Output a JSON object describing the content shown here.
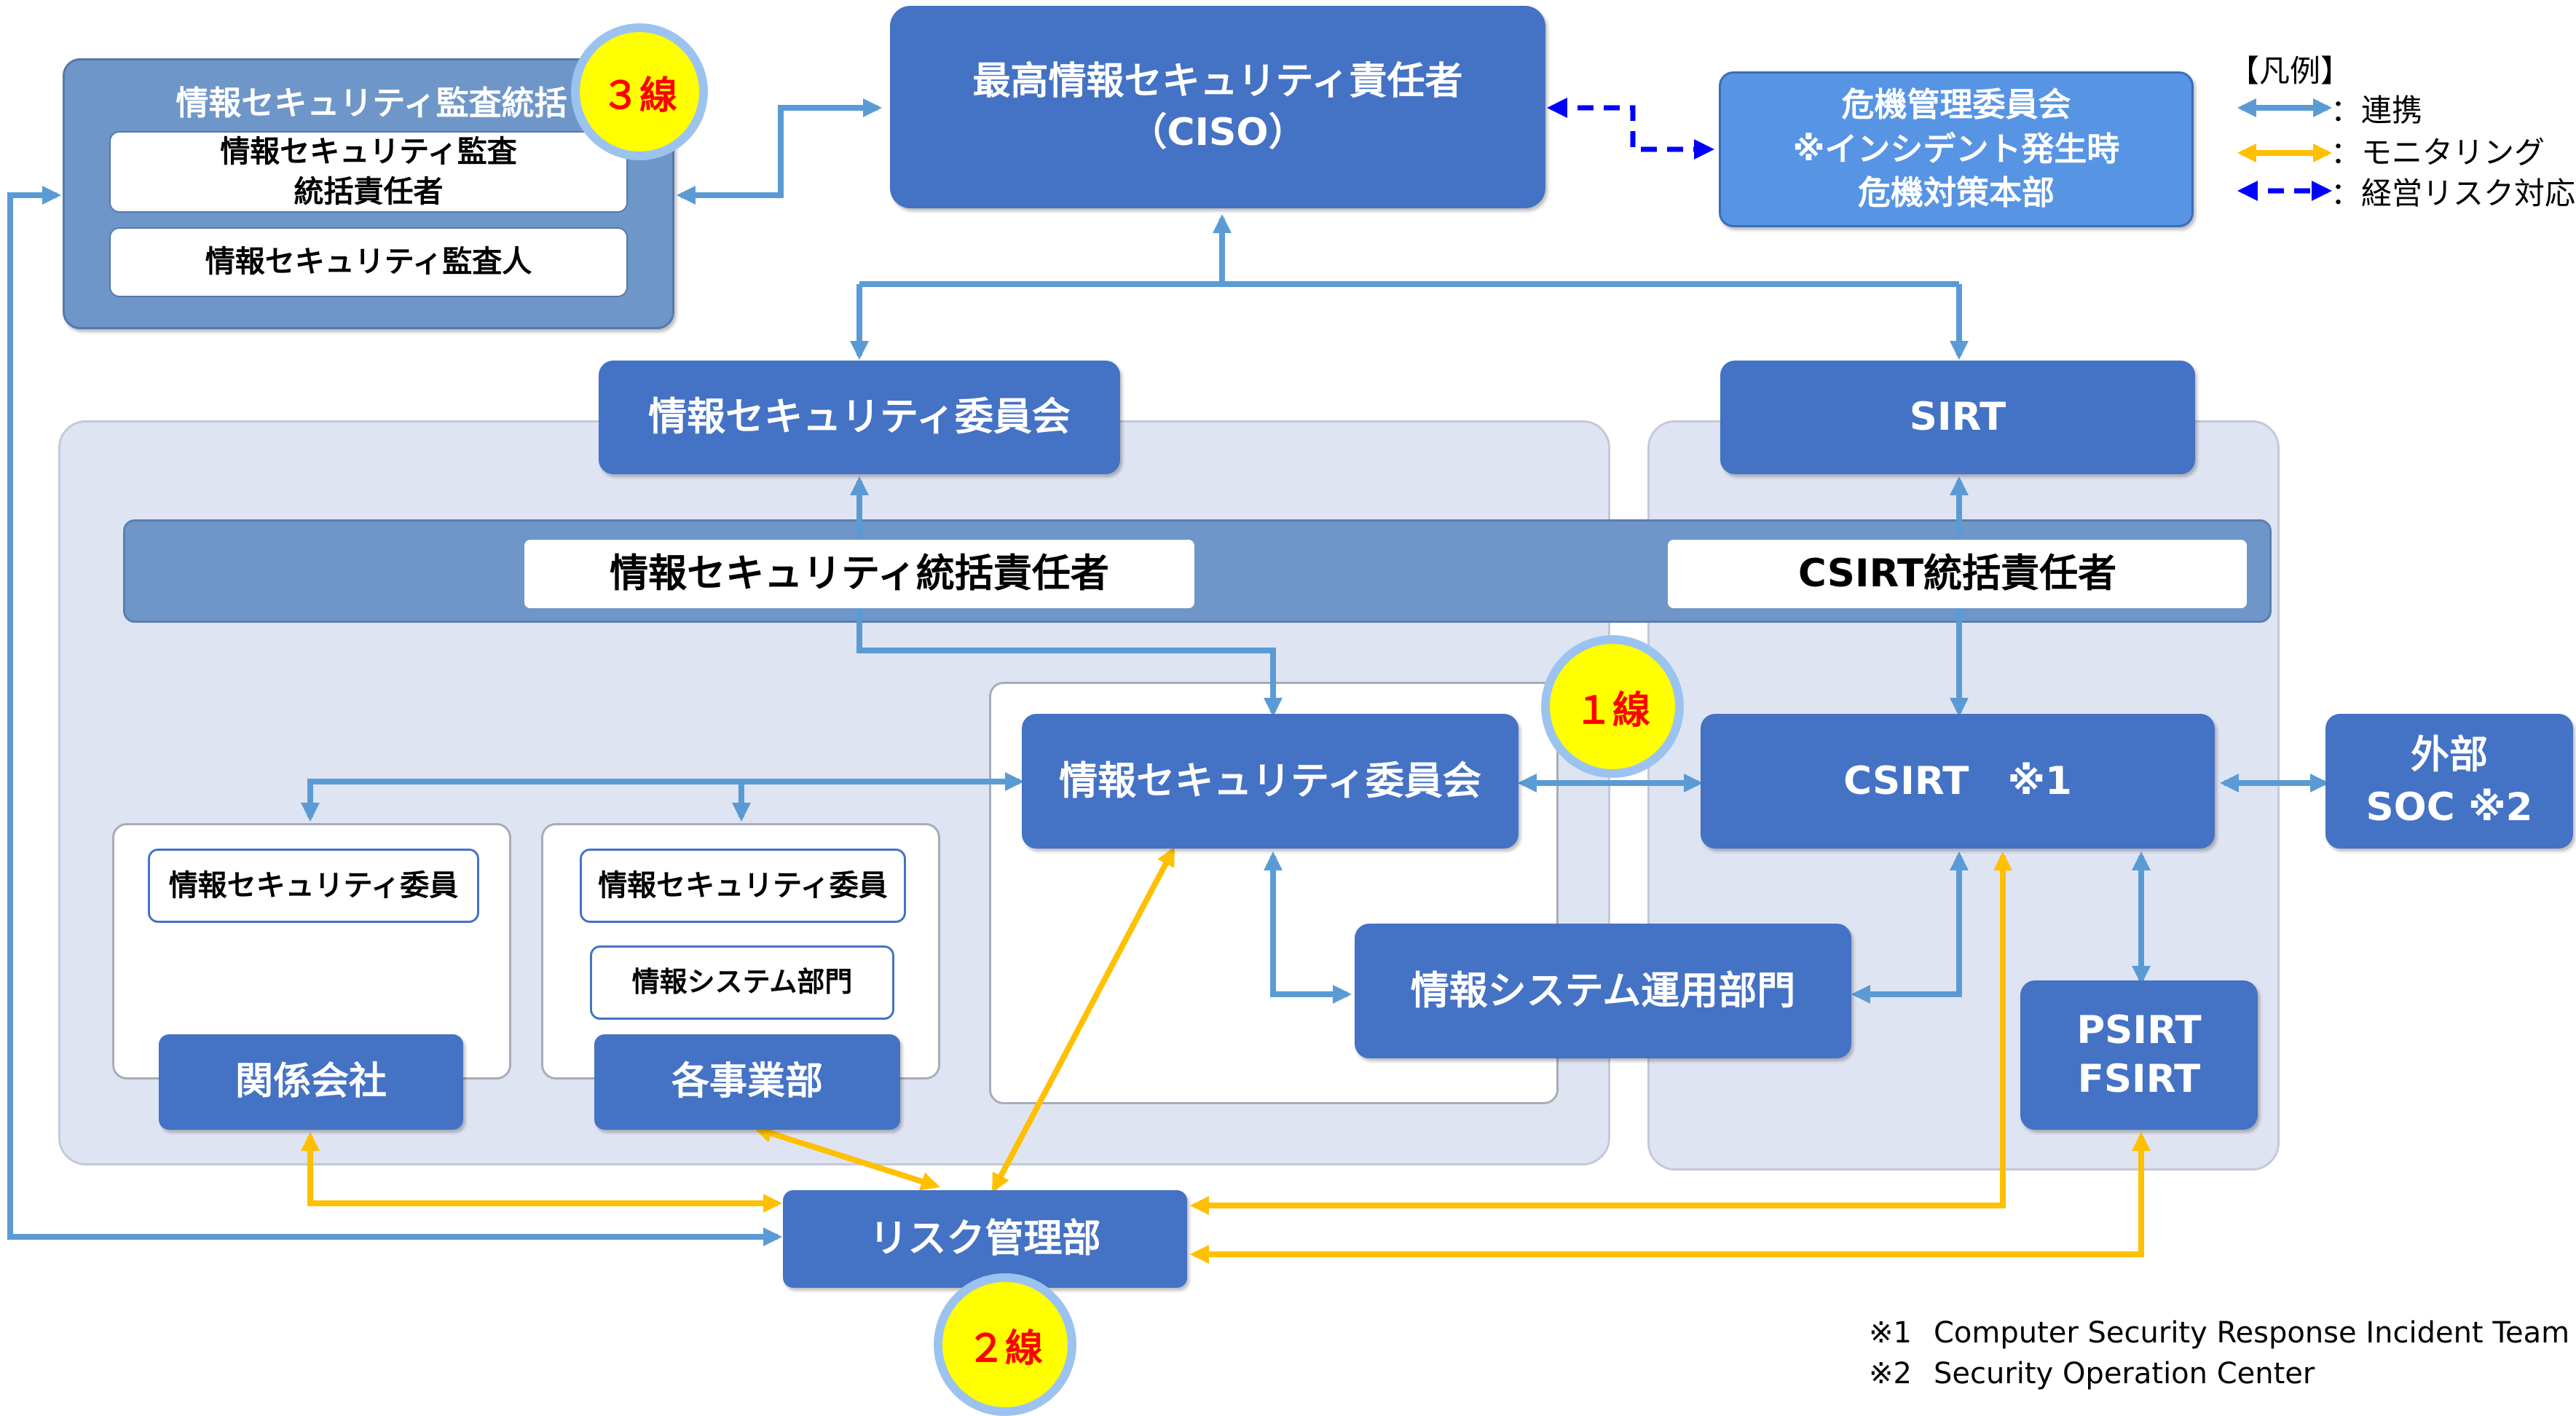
{
  "colors": {
    "cooperation": "#5b9bd5",
    "monitoring": "#ffc000",
    "management_risk": "#0000ff",
    "box": "#4472c4",
    "panel": "#dfe4f3",
    "badge": "#ffff00",
    "badge_text": "#ff0000"
  },
  "audit": {
    "title": "情報セキュリティ監査統括",
    "head": "情報セキュリティ監査\n統括責任者",
    "auditor": "情報セキュリティ監査人"
  },
  "lines": {
    "third": "３線",
    "first": "１線",
    "second": "２線"
  },
  "ciso": "最高情報セキュリティ責任者\n（CISO）",
  "crisis": "危機管理委員会\n※インシデント発生時\n危機対策本部",
  "legend": {
    "title": "【凡例】",
    "items": [
      {
        "icon": "blue-double-arrow-icon",
        "label": "：連携"
      },
      {
        "icon": "yellow-double-arrow-icon",
        "label": "：モニタリング"
      },
      {
        "icon": "blue-dashed-arrow-icon",
        "label": "：経営リスク対応"
      }
    ]
  },
  "committee_top": "情報セキュリティ委員会",
  "sirt": "SIRT",
  "manager_bar": {
    "security_head": "情報セキュリティ統括責任者",
    "csirt_head": "CSIRT統括責任者"
  },
  "affiliates": {
    "member": "情報セキュリティ委員",
    "name": "関係会社"
  },
  "business": {
    "member": "情報セキュリティ委員",
    "it_dept": "情報システム部門",
    "name": "各事業部"
  },
  "committee_mid": "情報セキュリティ委員会",
  "it_ops": "情報システム運用部門",
  "csirt": "CSIRT　※1",
  "external_soc": "外部\nSOC ※2",
  "psirt": "PSIRT\nFSIRT",
  "risk": "リスク管理部",
  "footnotes": [
    {
      "mark": "※1",
      "text": "Computer Security Response Incident Team"
    },
    {
      "mark": "※2",
      "text": "Security Operation Center"
    }
  ]
}
